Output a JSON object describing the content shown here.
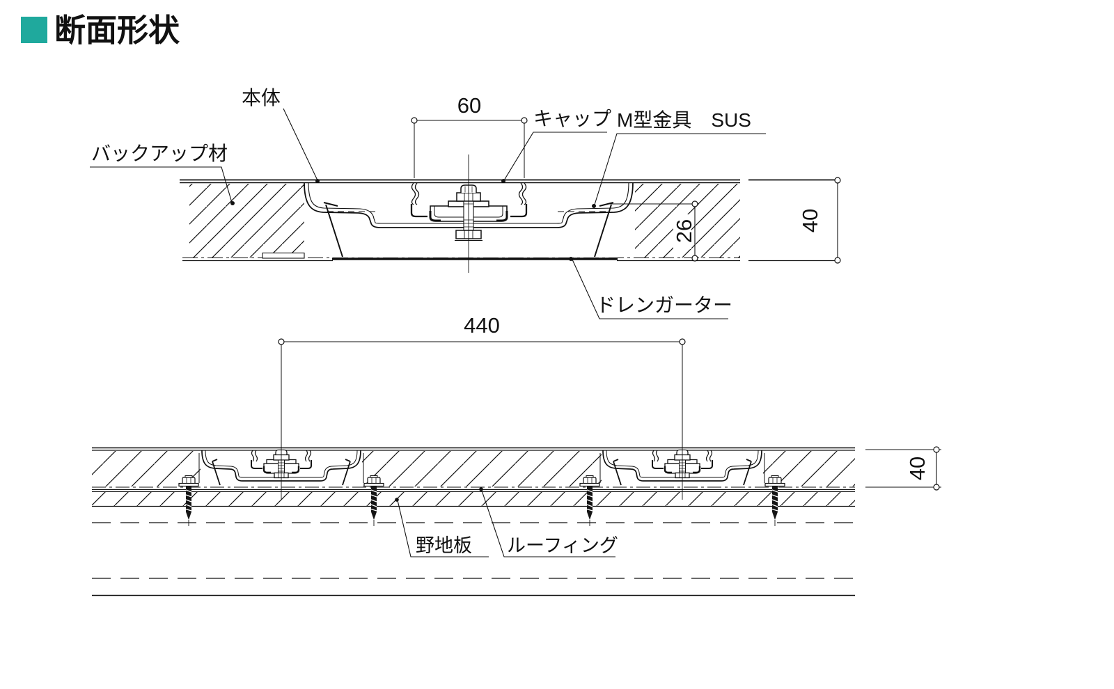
{
  "title": "断面形状",
  "accent_color": "#1fa99d",
  "line_color": "#111111",
  "top_section": {
    "labels": {
      "body": "本体",
      "backup": "バックアップ材",
      "cap": "キャップ",
      "bracket": "M型金具　SUS",
      "gutter": "ドレンガーター"
    },
    "dimensions": {
      "cap_width": "60",
      "gutter_height": "26",
      "panel_thickness": "40"
    }
  },
  "bottom_section": {
    "labels": {
      "sheathing": "野地板",
      "roofing": "ルーフィング"
    },
    "dimensions": {
      "joint_pitch": "440",
      "panel_thickness": "40"
    }
  }
}
